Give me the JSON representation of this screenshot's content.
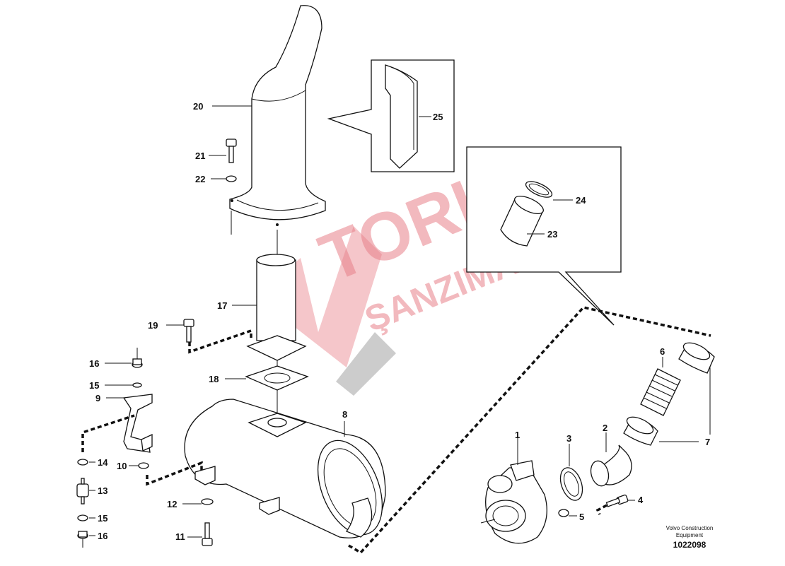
{
  "diagram": {
    "callouts": [
      {
        "id": "c1",
        "text": "1"
      },
      {
        "id": "c2",
        "text": "2"
      },
      {
        "id": "c3",
        "text": "3"
      },
      {
        "id": "c4",
        "text": "4"
      },
      {
        "id": "c5",
        "text": "5"
      },
      {
        "id": "c6",
        "text": "6"
      },
      {
        "id": "c7",
        "text": "7"
      },
      {
        "id": "c8",
        "text": "8"
      },
      {
        "id": "c9",
        "text": "9"
      },
      {
        "id": "c10",
        "text": "10"
      },
      {
        "id": "c11",
        "text": "11"
      },
      {
        "id": "c12",
        "text": "12"
      },
      {
        "id": "c13",
        "text": "13"
      },
      {
        "id": "c14",
        "text": "14"
      },
      {
        "id": "c15a",
        "text": "15"
      },
      {
        "id": "c15b",
        "text": "15"
      },
      {
        "id": "c16a",
        "text": "16"
      },
      {
        "id": "c16b",
        "text": "16"
      },
      {
        "id": "c17",
        "text": "17"
      },
      {
        "id": "c18",
        "text": "18"
      },
      {
        "id": "c19",
        "text": "19"
      },
      {
        "id": "c20",
        "text": "20"
      },
      {
        "id": "c21",
        "text": "21"
      },
      {
        "id": "c22",
        "text": "22"
      },
      {
        "id": "c23",
        "text": "23"
      },
      {
        "id": "c24",
        "text": "24"
      },
      {
        "id": "c25",
        "text": "25"
      }
    ],
    "credit_line1": "Volvo Construction",
    "credit_line2": "Equipment",
    "doc_number": "1022098",
    "watermark_main": "TORK",
    "watermark_sub": "ŞANZIMAN"
  }
}
